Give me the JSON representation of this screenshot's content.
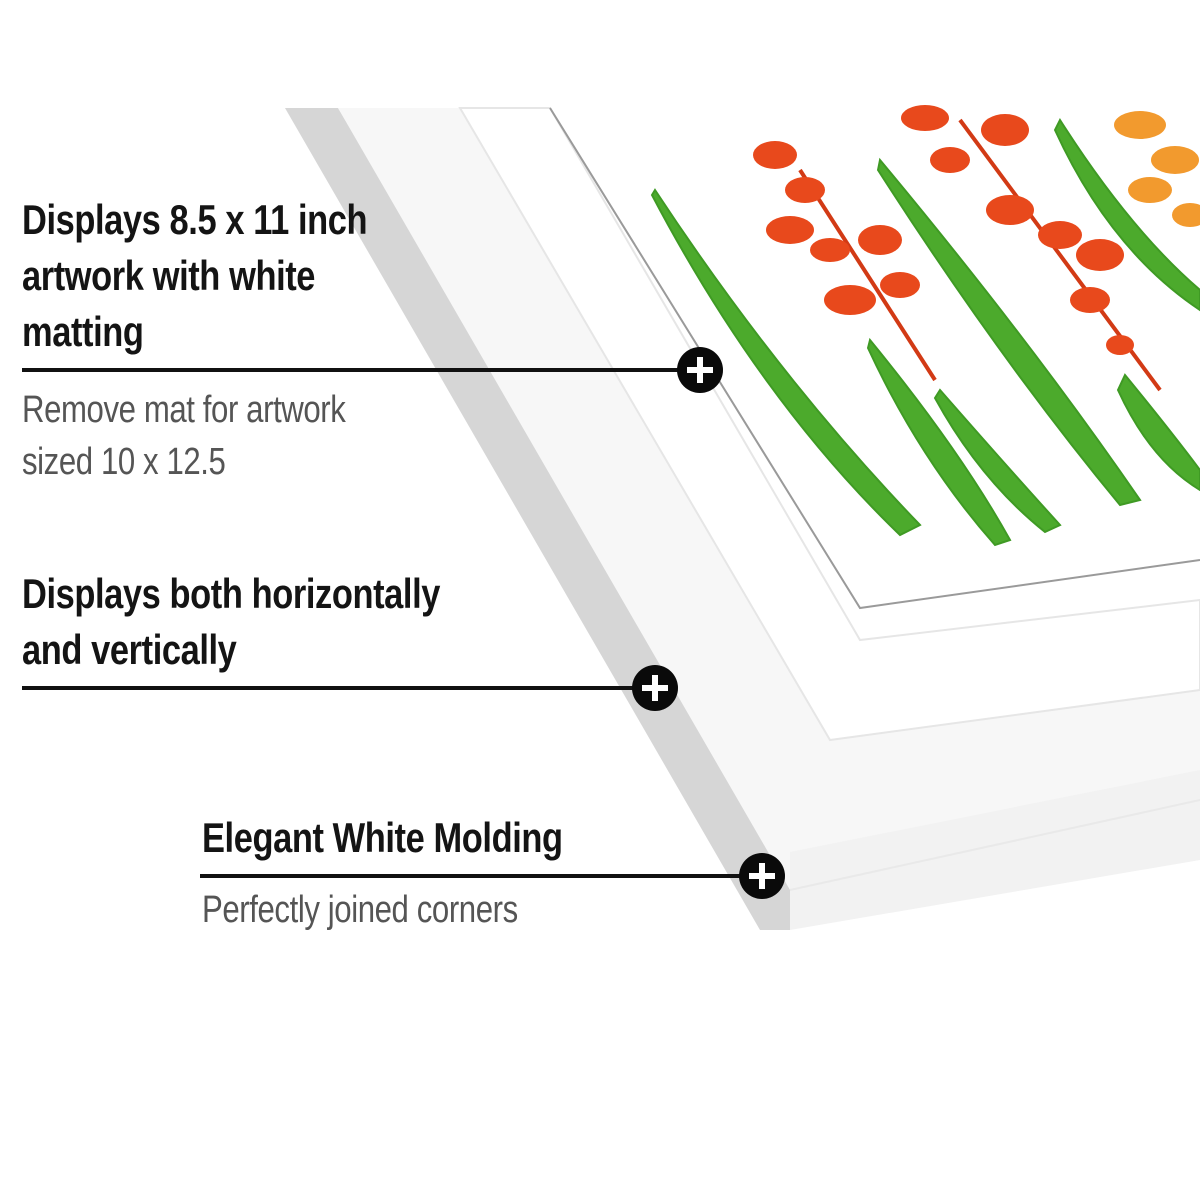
{
  "callouts": [
    {
      "headline_lines": [
        "Displays 8.5 x 11 inch",
        "artwork with white",
        "matting"
      ],
      "subtext_lines": [
        "Remove mat for artwork",
        "sized 10 x 12.5"
      ],
      "marker_icon": "plus-circle-icon"
    },
    {
      "headline_lines": [
        "Displays both horizontally",
        "and vertically"
      ],
      "subtext_lines": [],
      "marker_icon": "plus-circle-icon"
    },
    {
      "headline_lines": [
        "Elegant White Molding"
      ],
      "subtext_lines": [
        "Perfectly joined corners"
      ],
      "marker_icon": "plus-circle-icon"
    }
  ],
  "colors": {
    "headline": "#141414",
    "subtext": "#555555",
    "frame_edge": "#d4d4d4",
    "leaf_green": "#4caa2c",
    "flower_red": "#e8491c",
    "flower_orange": "#f29a2e"
  }
}
